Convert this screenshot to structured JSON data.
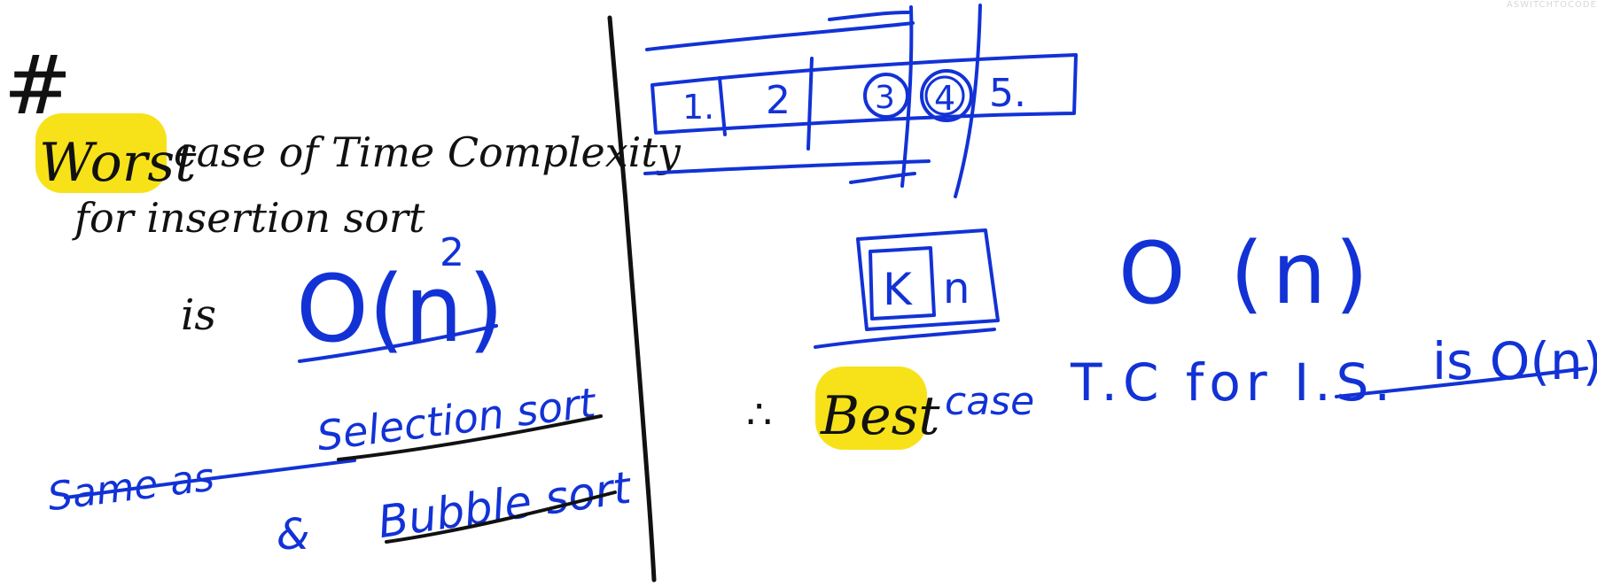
{
  "watermark": "ASWITCHTOCODE",
  "left_panel": {
    "hash": "#",
    "heading_highlight": "Worst",
    "heading_rest": "case of Time Complexity",
    "heading_line2": "for insertion sort",
    "is_word": "is",
    "complexity": "O(n",
    "complexity_exp": "2",
    "complexity_close": ")",
    "same_as": "Same as",
    "selection_sort": "Selection sort",
    "ampersand": "&",
    "bubble_sort": "Bubble sort"
  },
  "right_panel": {
    "array_cells": [
      "1.",
      "2",
      "3",
      "4",
      "5."
    ],
    "box_k": "K",
    "box_n": "n",
    "big_o": "O (n)",
    "therefore": "∴",
    "best_highlight": "Best",
    "best_rest": "case",
    "tc_text": "T.C for I.S.",
    "is_o": "is O(n)"
  },
  "colors": {
    "blue_ink": "#1232d6",
    "black_ink": "#111111",
    "highlight": "#f7e21a"
  }
}
